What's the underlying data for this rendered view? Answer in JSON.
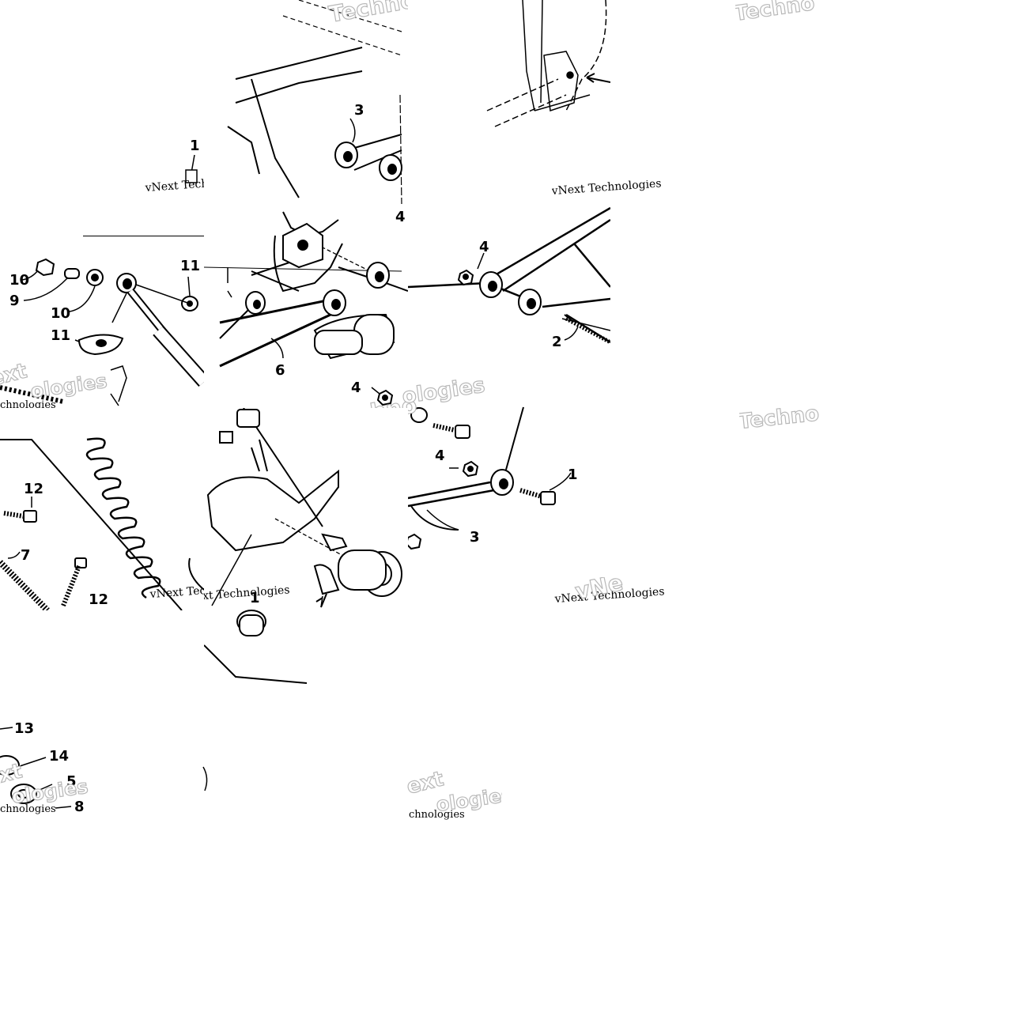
{
  "diagram": {
    "callouts": {
      "upper": [
        "3",
        "4",
        "4",
        "2",
        "6",
        "1",
        "4",
        "9",
        "10",
        "10",
        "11"
      ],
      "lower": [
        "4",
        "4",
        "1",
        "3",
        "12",
        "7",
        "12",
        "1",
        "13",
        "14",
        "5",
        "8"
      ]
    },
    "watermarks": {
      "brand": "vNext Technologies",
      "fragment_tech": "Techno",
      "fragment_ext": "ext",
      "fragment_chnologies": "chnologies",
      "fragment_ologies": "ologies",
      "fragment_ne": "vNe"
    },
    "colors": {
      "ink": "#000000",
      "paper": "#ffffff",
      "watermark": "#b8b8b8"
    }
  }
}
